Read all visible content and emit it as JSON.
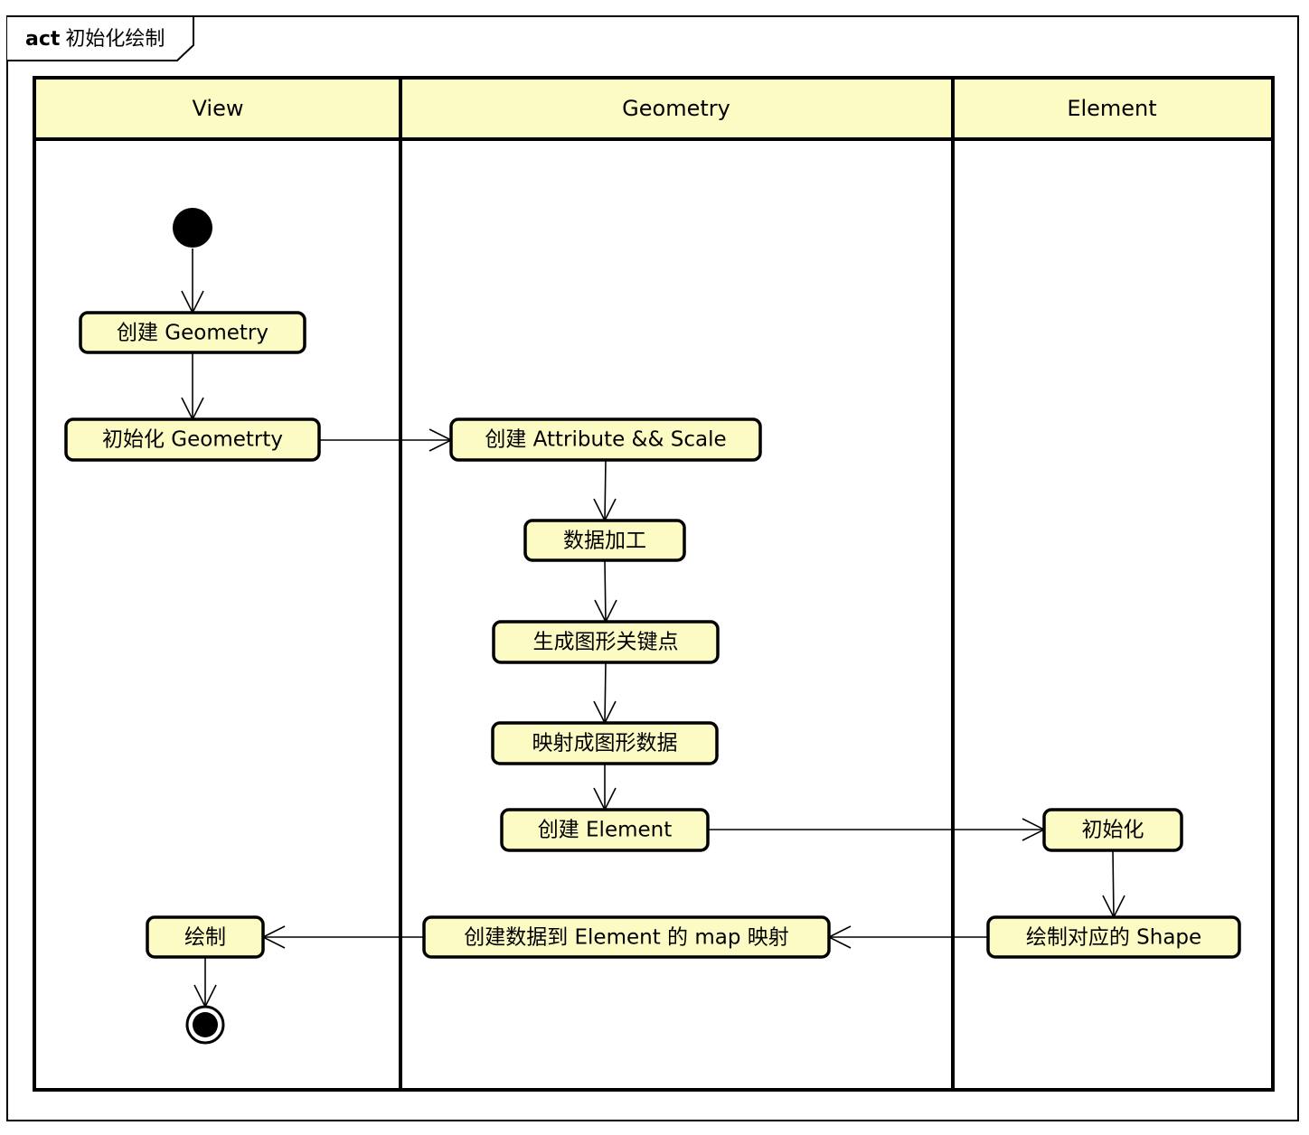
{
  "frame": {
    "keyword": "act",
    "name": "初始化绘制"
  },
  "lanes": [
    {
      "id": "view",
      "title": "View"
    },
    {
      "id": "geometry",
      "title": "Geometry"
    },
    {
      "id": "element",
      "title": "Element"
    }
  ],
  "nodes": {
    "start": {
      "type": "initial"
    },
    "create_geometry": {
      "type": "action",
      "label": "创建 Geometry",
      "lane": "View"
    },
    "init_geometry": {
      "type": "action",
      "label": "初始化 Geometrty",
      "lane": "View"
    },
    "create_attr_scale": {
      "type": "action",
      "label": "创建 Attribute && Scale",
      "lane": "Geometry"
    },
    "data_process": {
      "type": "action",
      "label": "数据加工",
      "lane": "Geometry"
    },
    "gen_keypoints": {
      "type": "action",
      "label": "生成图形关键点",
      "lane": "Geometry"
    },
    "map_shape_data": {
      "type": "action",
      "label": "映射成图形数据",
      "lane": "Geometry"
    },
    "create_element": {
      "type": "action",
      "label": "创建 Element",
      "lane": "Geometry"
    },
    "element_init": {
      "type": "action",
      "label": "初始化",
      "lane": "Element"
    },
    "draw_shape": {
      "type": "action",
      "label": "绘制对应的 Shape",
      "lane": "Element"
    },
    "create_map": {
      "type": "action",
      "label": "创建数据到 Element 的 map 映射",
      "lane": "Geometry"
    },
    "draw": {
      "type": "action",
      "label": "绘制",
      "lane": "View"
    },
    "end": {
      "type": "final"
    }
  },
  "flows": [
    [
      "start",
      "create_geometry"
    ],
    [
      "create_geometry",
      "init_geometry"
    ],
    [
      "init_geometry",
      "create_attr_scale"
    ],
    [
      "create_attr_scale",
      "data_process"
    ],
    [
      "data_process",
      "gen_keypoints"
    ],
    [
      "gen_keypoints",
      "map_shape_data"
    ],
    [
      "map_shape_data",
      "create_element"
    ],
    [
      "create_element",
      "element_init"
    ],
    [
      "element_init",
      "draw_shape"
    ],
    [
      "draw_shape",
      "create_map"
    ],
    [
      "create_map",
      "draw"
    ],
    [
      "draw",
      "end"
    ]
  ]
}
